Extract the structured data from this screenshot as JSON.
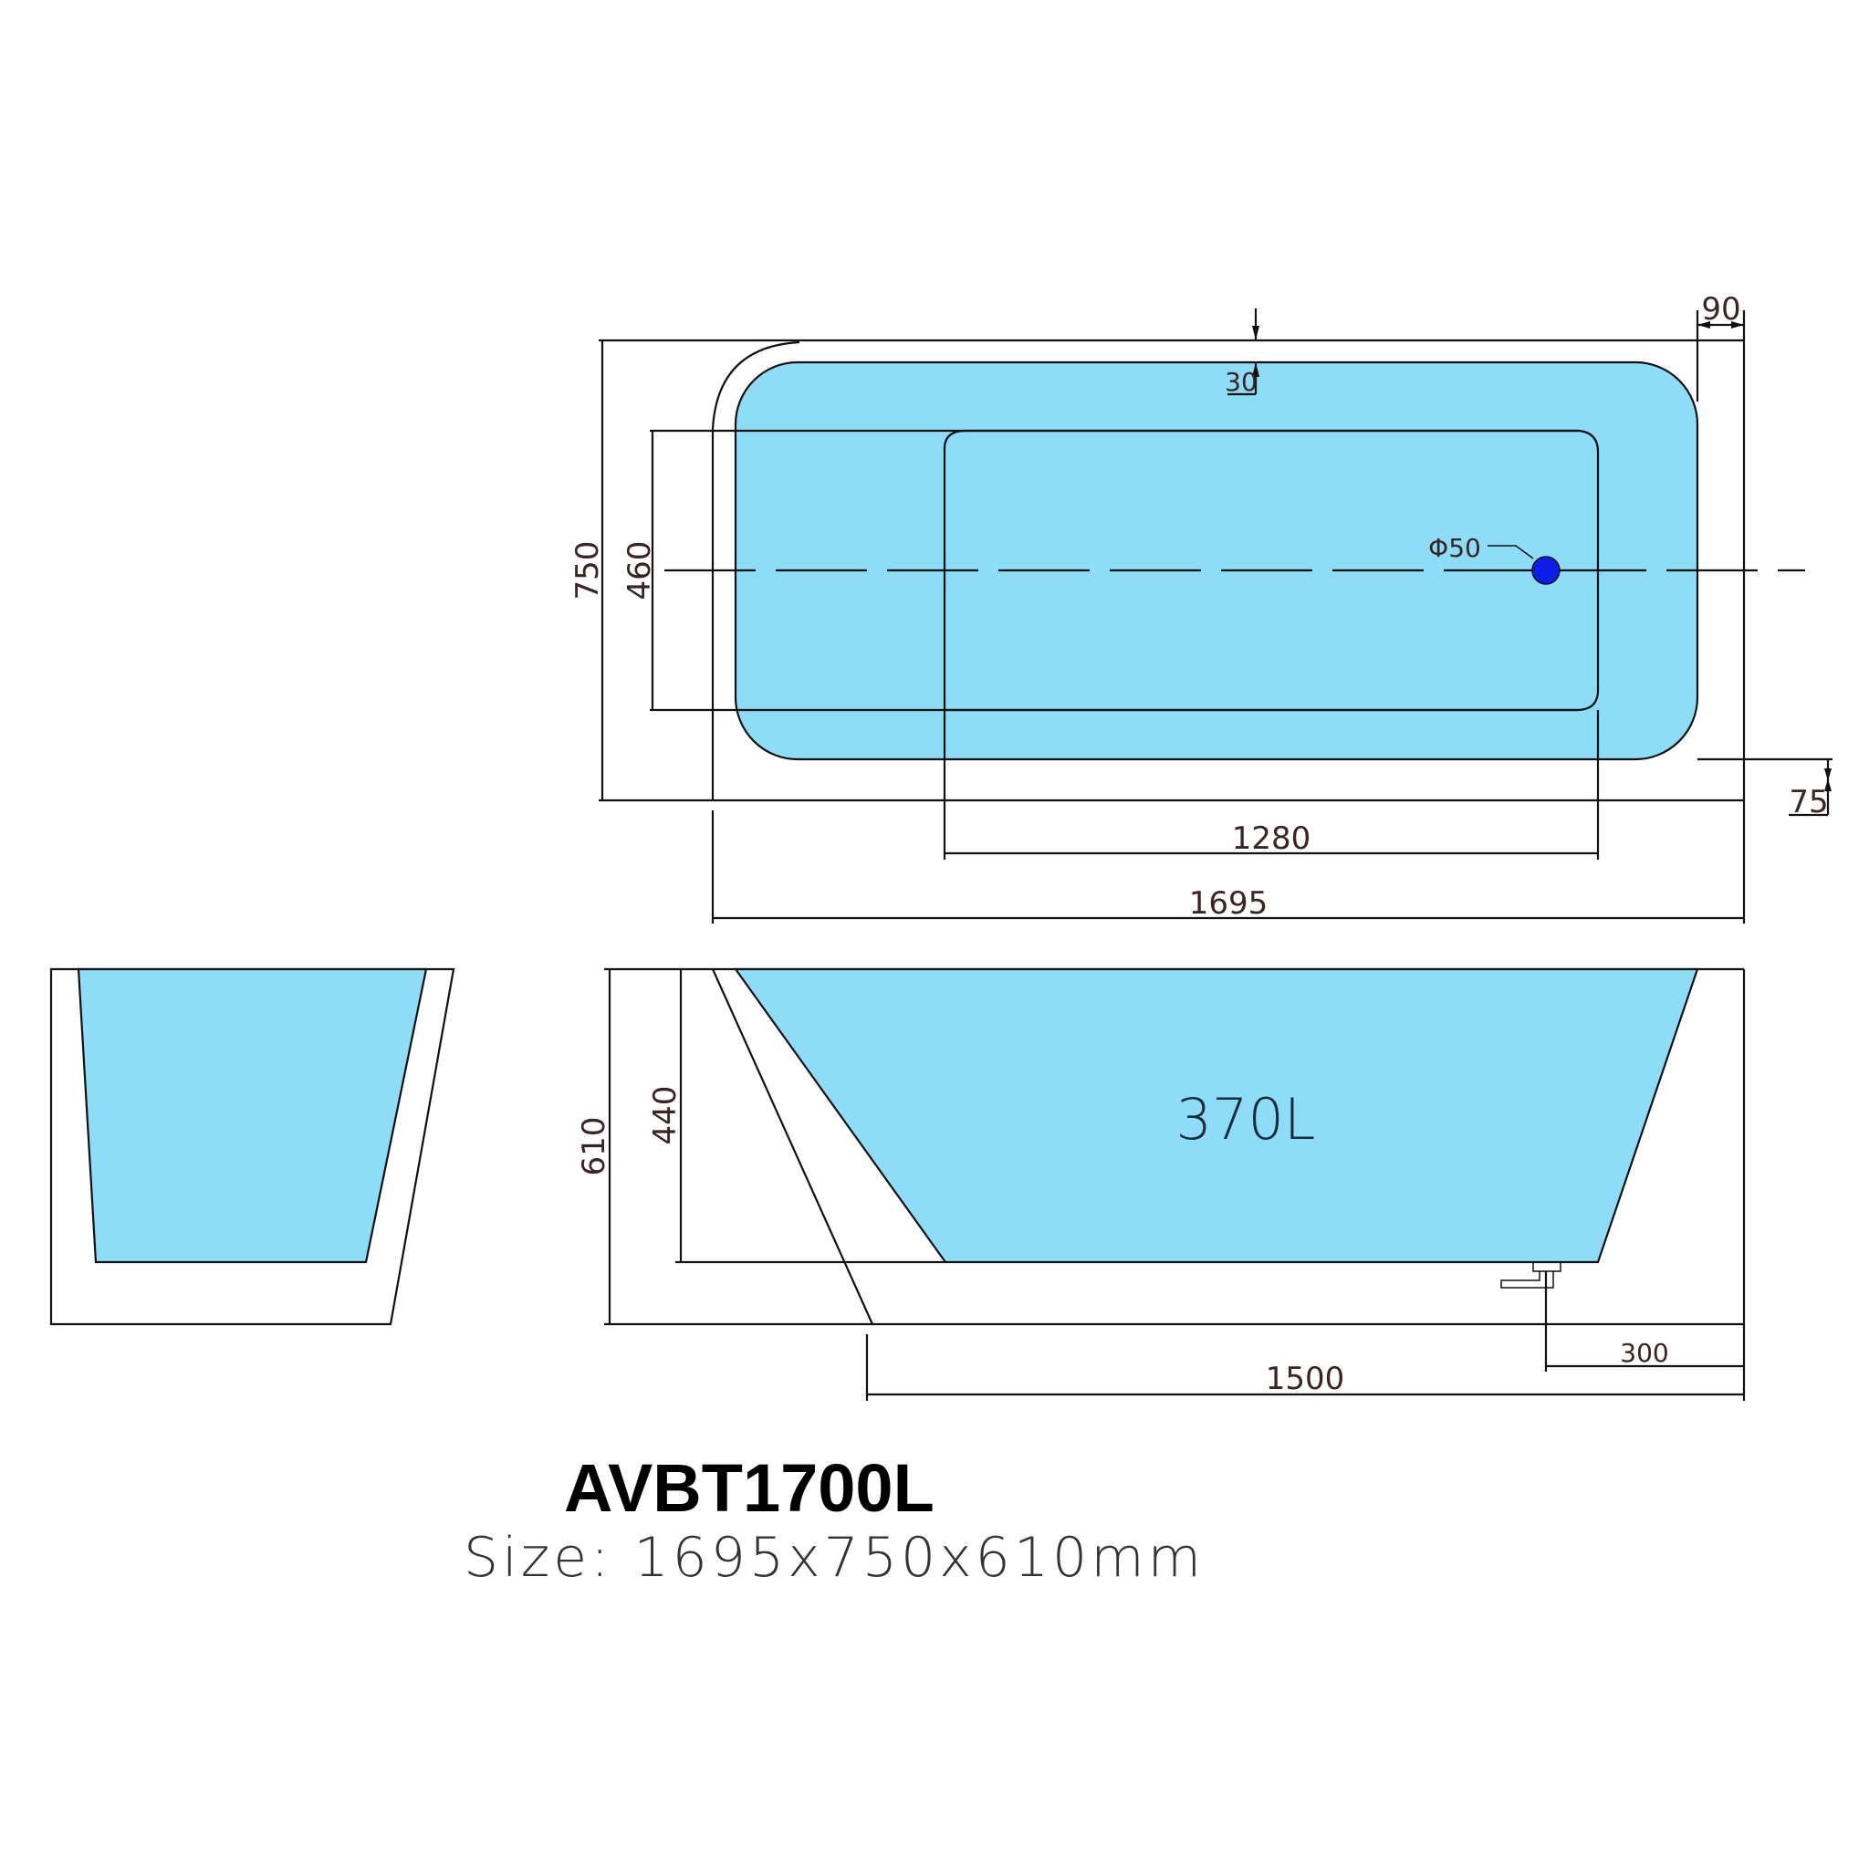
{
  "title": {
    "model": "AVBT1700L",
    "size": "Size: 1695x750x610mm"
  },
  "top_view": {
    "dim_overall_width": "750",
    "dim_inner_width": "460",
    "dim_overall_length": "1695",
    "dim_inner_length": "1280",
    "dim_rim_top": "30",
    "dim_rim_end": "90",
    "dim_rim_bottom": "75",
    "drain_label": "Φ50"
  },
  "side_view": {
    "dim_height": "610",
    "dim_inner_depth": "440",
    "dim_base_length": "1500",
    "dim_drain_offset": "300",
    "volume": "370L"
  },
  "colors": {
    "water_fill": "#8ddcf8",
    "drain": "#0a1ee8",
    "line": "#111111"
  }
}
